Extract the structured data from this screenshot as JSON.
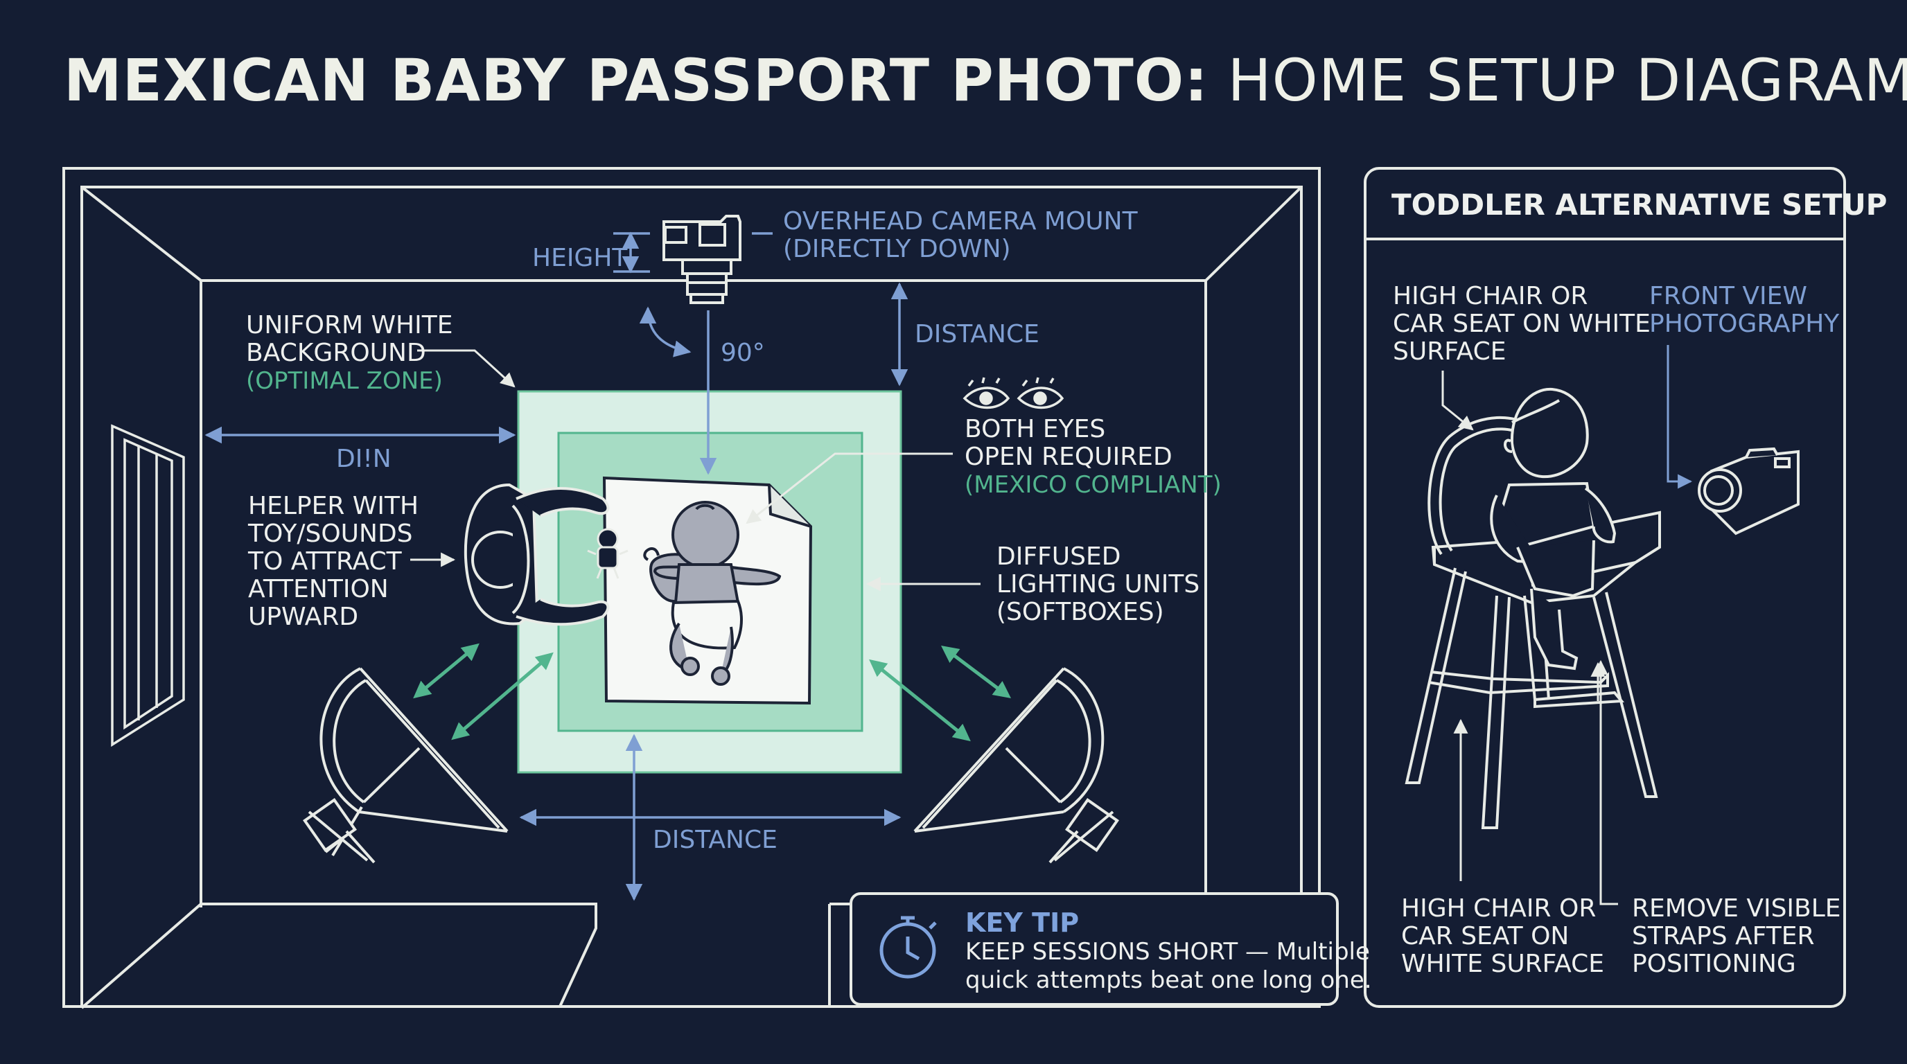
{
  "title": {
    "bold": "MEXICAN BABY PASSPORT PHOTO:",
    "rest": "HOME SETUP DIAGRAM"
  },
  "main": {
    "camera": [
      "OVERHEAD CAMERA MOUNT",
      "(DIRECTLY DOWN)"
    ],
    "height": "HEIGHT",
    "angle": "90°",
    "distance_top": "DISTANCE",
    "distance_bottom": "DISTANCE",
    "distance_left": "DI!N",
    "background": [
      "UNIFORM WHITE",
      "BACKGROUND"
    ],
    "background_note": "(OPTIMAL ZONE)",
    "eyes": [
      "BOTH EYES",
      "OPEN REQUIRED"
    ],
    "eyes_note": "(MEXICO COMPLIANT)",
    "helper": [
      "HELPER WITH",
      "TOY/SOUNDS",
      "TO ATTRACT",
      "ATTENTION",
      "UPWARD"
    ],
    "lighting": [
      "DIFFUSED",
      "LIGHTING UNITS",
      "(SOFTBOXES)"
    ]
  },
  "tip": {
    "title": "KEY TIP",
    "line1": "KEEP SESSIONS SHORT — Multiple",
    "line2": "quick attempts beat one long one."
  },
  "toddler": {
    "heading": "TODDLER ALTERNATIVE SETUP",
    "chair_top": [
      "HIGH CHAIR OR",
      "CAR SEAT ON WHITE",
      "SURFACE"
    ],
    "front_view": [
      "FRONT VIEW",
      "PHOTOGRAPHY"
    ],
    "chair_bottom": [
      "HIGH CHAIR OR",
      "CAR SEAT ON",
      "WHITE SURFACE"
    ],
    "straps": [
      "REMOVE VISIBLE",
      "STRAPS AFTER",
      "POSITIONING"
    ]
  },
  "colors": {
    "background": "#141d33",
    "line": "#e8ebe6",
    "label_blue": "#7f9fd3",
    "accent_green": "#52b58e",
    "zone_outer": "#d9efe6",
    "zone_inner": "#a6dcc4"
  },
  "icons": [
    "camera-icon",
    "eye-icon",
    "stopwatch-icon",
    "softbox-icon",
    "window-icon",
    "baby-figure",
    "helper-figure",
    "high-chair-icon",
    "toddler-figure"
  ]
}
